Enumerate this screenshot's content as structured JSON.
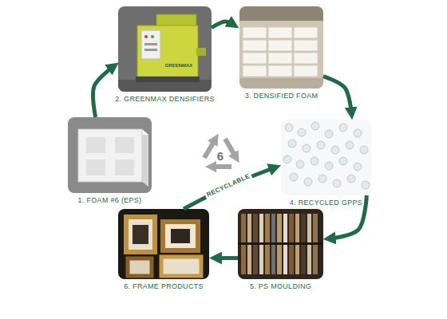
{
  "diagram": {
    "nodes": [
      {
        "text": [
          "1. FOAM #6 (EPS)"
        ]
      },
      {
        "text": [
          "2. GREENMAX DENSIFIERS"
        ]
      },
      {
        "text": [
          "3. DENSIFIED FOAM"
        ]
      },
      {
        "text": [
          "4. RECYCLED GPPS"
        ]
      },
      {
        "text": [
          "5. PS MOULDING"
        ]
      },
      {
        "text": [
          "6. FRAME PRODUCTS"
        ]
      }
    ],
    "edges": [
      {
        "from": 0,
        "to": 1,
        "arrow": "to"
      },
      {
        "from": 1,
        "to": 2,
        "arrow": "to"
      },
      {
        "from": 2,
        "to": 3,
        "arrow": "to"
      },
      {
        "from": 3,
        "to": 4,
        "arrow": "to"
      },
      {
        "from": 4,
        "to": 5,
        "arrow": "to"
      },
      {
        "from": 5,
        "to": 3,
        "arrow": "to",
        "label": "RECYCLABLE"
      }
    ],
    "labels": [
      "6",
      "GREENMAX"
    ]
  }
}
